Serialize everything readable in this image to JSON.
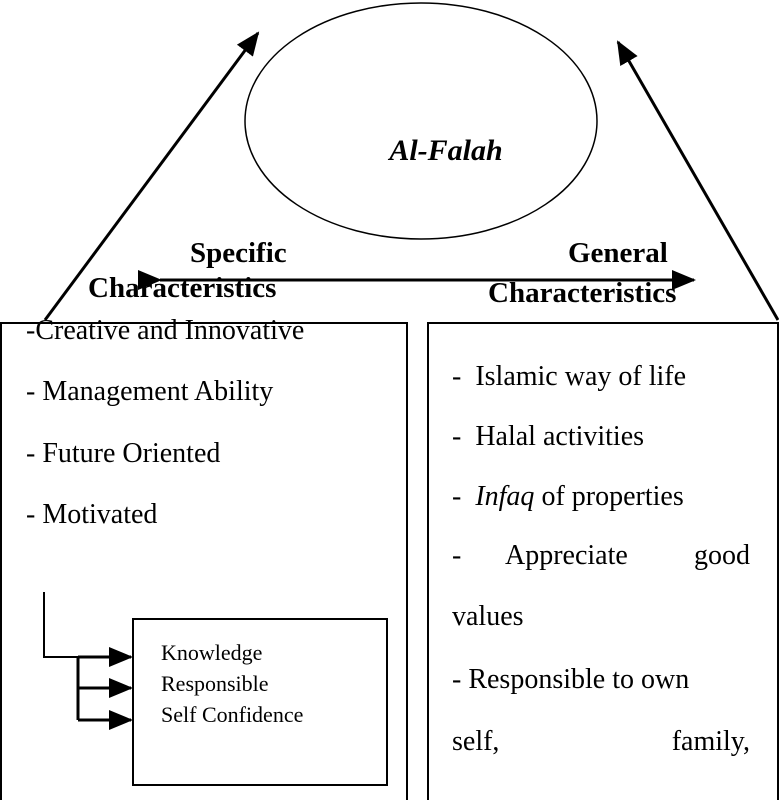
{
  "center": {
    "label": "Al-Falah"
  },
  "specific": {
    "title_line1": "Specific",
    "title_line2": "Characteristics",
    "items": [
      "-Creative and Innovative",
      "- Management Ability",
      "- Future Oriented",
      "- Motivated"
    ],
    "sub_items": [
      "Knowledge",
      "Responsible",
      "Self Confidence"
    ]
  },
  "general": {
    "title_line1": "General",
    "title_line2": "Characteristics",
    "item1": "-  Islamic way of life",
    "item2": "-  Halal activities",
    "item3_prefix": "-  ",
    "item3_italic": "Infaq",
    "item3_suffix": " of properties",
    "item4_a": "-",
    "item4_b": "Appreciate",
    "item4_c": "good",
    "item4_line2": "values",
    "item5": "- Responsible to own",
    "item6_a": "self,",
    "item6_b": "family,"
  }
}
